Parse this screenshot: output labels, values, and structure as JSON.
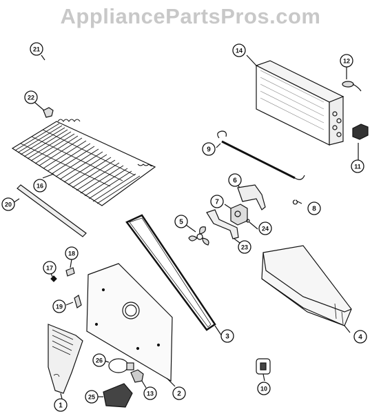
{
  "watermark": "AppliancePartsPros.com",
  "callouts": [
    {
      "id": "callout-1",
      "label": "1"
    },
    {
      "id": "callout-2",
      "label": "2"
    },
    {
      "id": "callout-3",
      "label": "3"
    },
    {
      "id": "callout-4",
      "label": "4"
    },
    {
      "id": "callout-5",
      "label": "5"
    },
    {
      "id": "callout-6",
      "label": "6"
    },
    {
      "id": "callout-7",
      "label": "7"
    },
    {
      "id": "callout-8",
      "label": "8"
    },
    {
      "id": "callout-9",
      "label": "9"
    },
    {
      "id": "callout-10",
      "label": "10"
    },
    {
      "id": "callout-11",
      "label": "11"
    },
    {
      "id": "callout-12",
      "label": "12"
    },
    {
      "id": "callout-13",
      "label": "13"
    },
    {
      "id": "callout-14",
      "label": "14"
    },
    {
      "id": "callout-16",
      "label": "16"
    },
    {
      "id": "callout-17",
      "label": "17"
    },
    {
      "id": "callout-18",
      "label": "18"
    },
    {
      "id": "callout-19",
      "label": "19"
    },
    {
      "id": "callout-20",
      "label": "20"
    },
    {
      "id": "callout-21",
      "label": "21"
    },
    {
      "id": "callout-22",
      "label": "22"
    },
    {
      "id": "callout-23",
      "label": "23"
    },
    {
      "id": "callout-24",
      "label": "24"
    },
    {
      "id": "callout-25",
      "label": "25"
    },
    {
      "id": "callout-26",
      "label": "26"
    }
  ]
}
